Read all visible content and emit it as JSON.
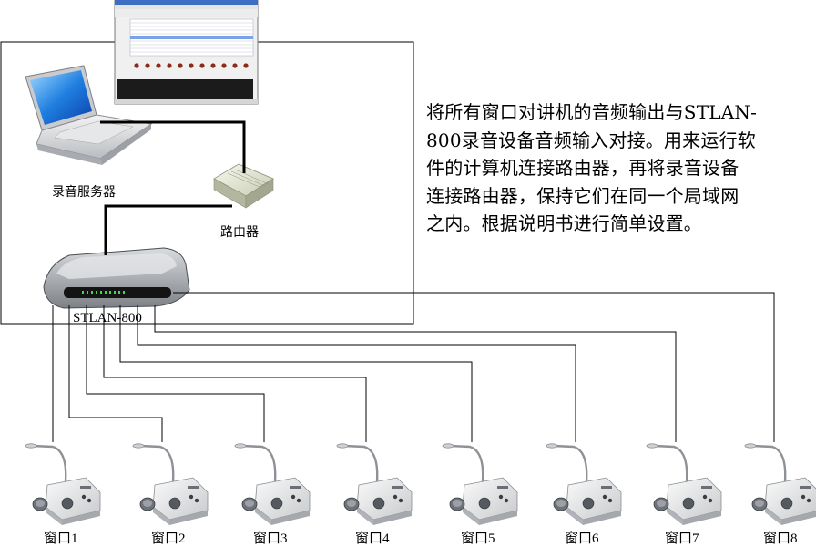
{
  "description_lines": [
    "将所有窗口对讲机的音频输出与STLAN-",
    "800录音设备音频输入对接。用来运行软",
    "件的计算机连接路由器，再将录音设备",
    "连接路由器，保持它们在同一个局域网",
    "之内。根据说明书进行简单设置。"
  ],
  "labels": {
    "server": "录音服务器",
    "router": "路由器",
    "recorder": "STLAN-800"
  },
  "windows": [
    {
      "label": "窗口1"
    },
    {
      "label": "窗口2"
    },
    {
      "label": "窗口3"
    },
    {
      "label": "窗口4"
    },
    {
      "label": "窗口5"
    },
    {
      "label": "窗口6"
    },
    {
      "label": "窗口7"
    },
    {
      "label": "窗口8"
    }
  ]
}
